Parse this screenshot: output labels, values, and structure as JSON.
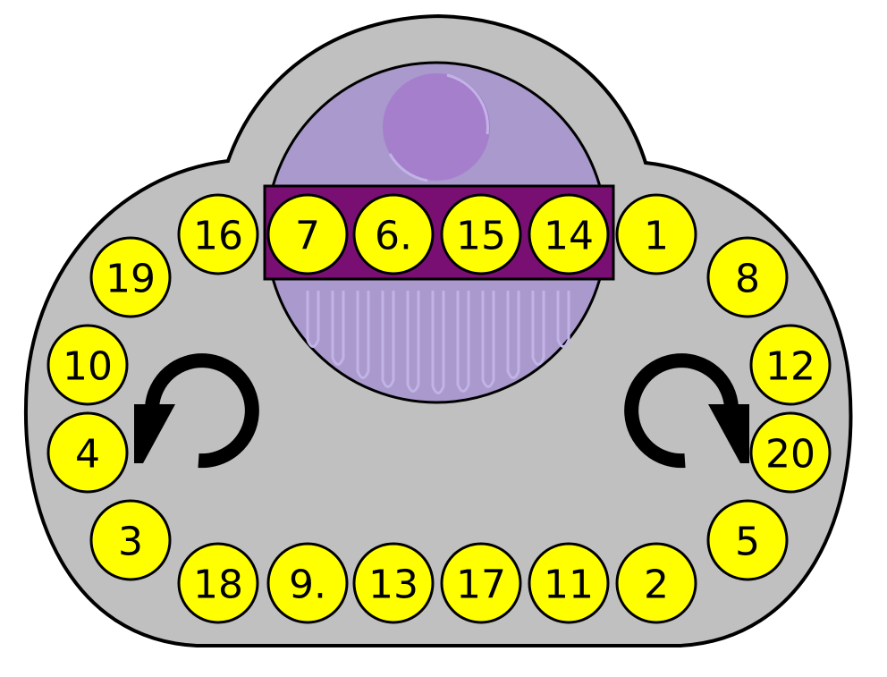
{
  "colors": {
    "background": "#ffffff",
    "board": "#c0c0c0",
    "board_outline": "#000000",
    "dome": "#a999cc",
    "dome_light": "#c2b3e6",
    "planet": "#a67fcc",
    "band": "#7a0f73",
    "tile": "#ffff00",
    "tile_outline": "#000000",
    "arrow": "#000000"
  },
  "tiles": [
    {
      "id": "t-16",
      "label": "16"
    },
    {
      "id": "t-7",
      "label": "7"
    },
    {
      "id": "t-6",
      "label": "6."
    },
    {
      "id": "t-15",
      "label": "15"
    },
    {
      "id": "t-14",
      "label": "14"
    },
    {
      "id": "t-1",
      "label": "1"
    },
    {
      "id": "t-19",
      "label": "19"
    },
    {
      "id": "t-8",
      "label": "8"
    },
    {
      "id": "t-10",
      "label": "10"
    },
    {
      "id": "t-12",
      "label": "12"
    },
    {
      "id": "t-4",
      "label": "4"
    },
    {
      "id": "t-20",
      "label": "20"
    },
    {
      "id": "t-3",
      "label": "3"
    },
    {
      "id": "t-5",
      "label": "5"
    },
    {
      "id": "t-18",
      "label": "18"
    },
    {
      "id": "t-9",
      "label": "9."
    },
    {
      "id": "t-13",
      "label": "13"
    },
    {
      "id": "t-17",
      "label": "17"
    },
    {
      "id": "t-11",
      "label": "11"
    },
    {
      "id": "t-2",
      "label": "2"
    }
  ],
  "controls": {
    "rotate_left_icon": "rotate-counterclockwise-icon",
    "rotate_right_icon": "rotate-clockwise-icon"
  }
}
